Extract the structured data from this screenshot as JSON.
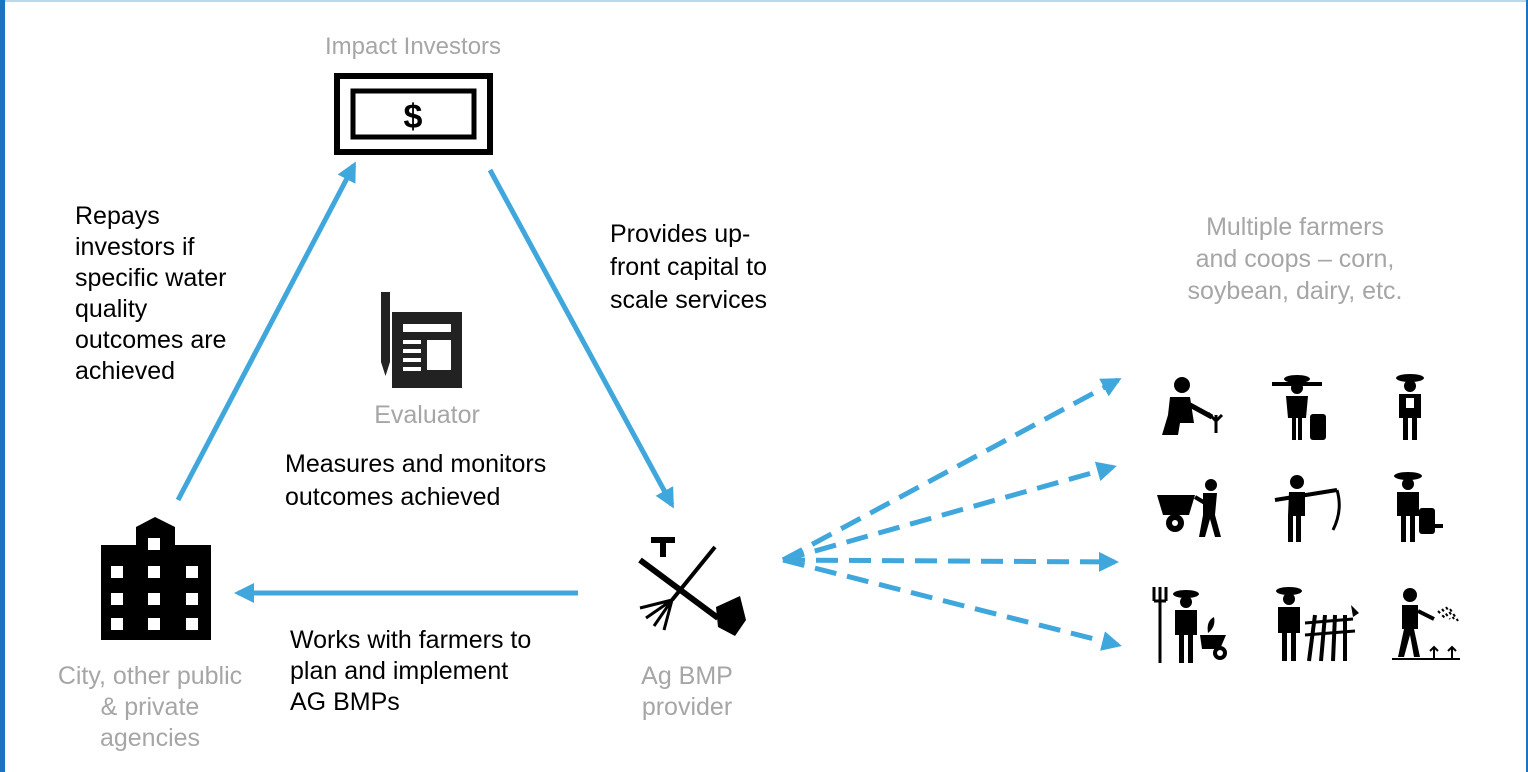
{
  "nodes": {
    "impact_investors": {
      "label": "Impact Investors"
    },
    "evaluator": {
      "label": "Evaluator"
    },
    "city": {
      "label_lines": [
        "City, other public",
        "& private",
        "agencies"
      ]
    },
    "provider": {
      "label_lines": [
        "Ag BMP",
        "provider"
      ]
    },
    "farmers": {
      "label_lines": [
        "Multiple farmers",
        "and coops – corn,",
        "soybean, dairy, etc."
      ]
    }
  },
  "edges": {
    "repays": {
      "lines": [
        "Repays",
        "investors if",
        "specific water",
        "quality",
        "outcomes are",
        "achieved"
      ]
    },
    "provides": {
      "lines": [
        "Provides up-",
        "front capital to",
        "scale services"
      ]
    },
    "measures": {
      "lines": [
        "Measures and monitors",
        "outcomes achieved"
      ]
    },
    "works": {
      "lines": [
        "Works with farmers to",
        "plan and implement",
        "AG BMPs"
      ]
    }
  },
  "icons": {
    "investor": "money-bill-icon",
    "evaluator": "document-pen-icon",
    "city": "city-building-icon",
    "provider": "pitchfork-shovel-icon",
    "farmers": [
      "farmer-planting-icon",
      "farmer-carrying-icon",
      "farmer-standing-icon",
      "farmer-wheelbarrow-icon",
      "farmer-scythe-icon",
      "farmer-milk-can-icon",
      "farmer-pitchfork-icon",
      "farmer-fence-icon",
      "farmer-watering-icon"
    ]
  },
  "colors": {
    "arrow": "#3fa7dc",
    "muted_text": "#a6a6a6",
    "icon": "#000000"
  }
}
